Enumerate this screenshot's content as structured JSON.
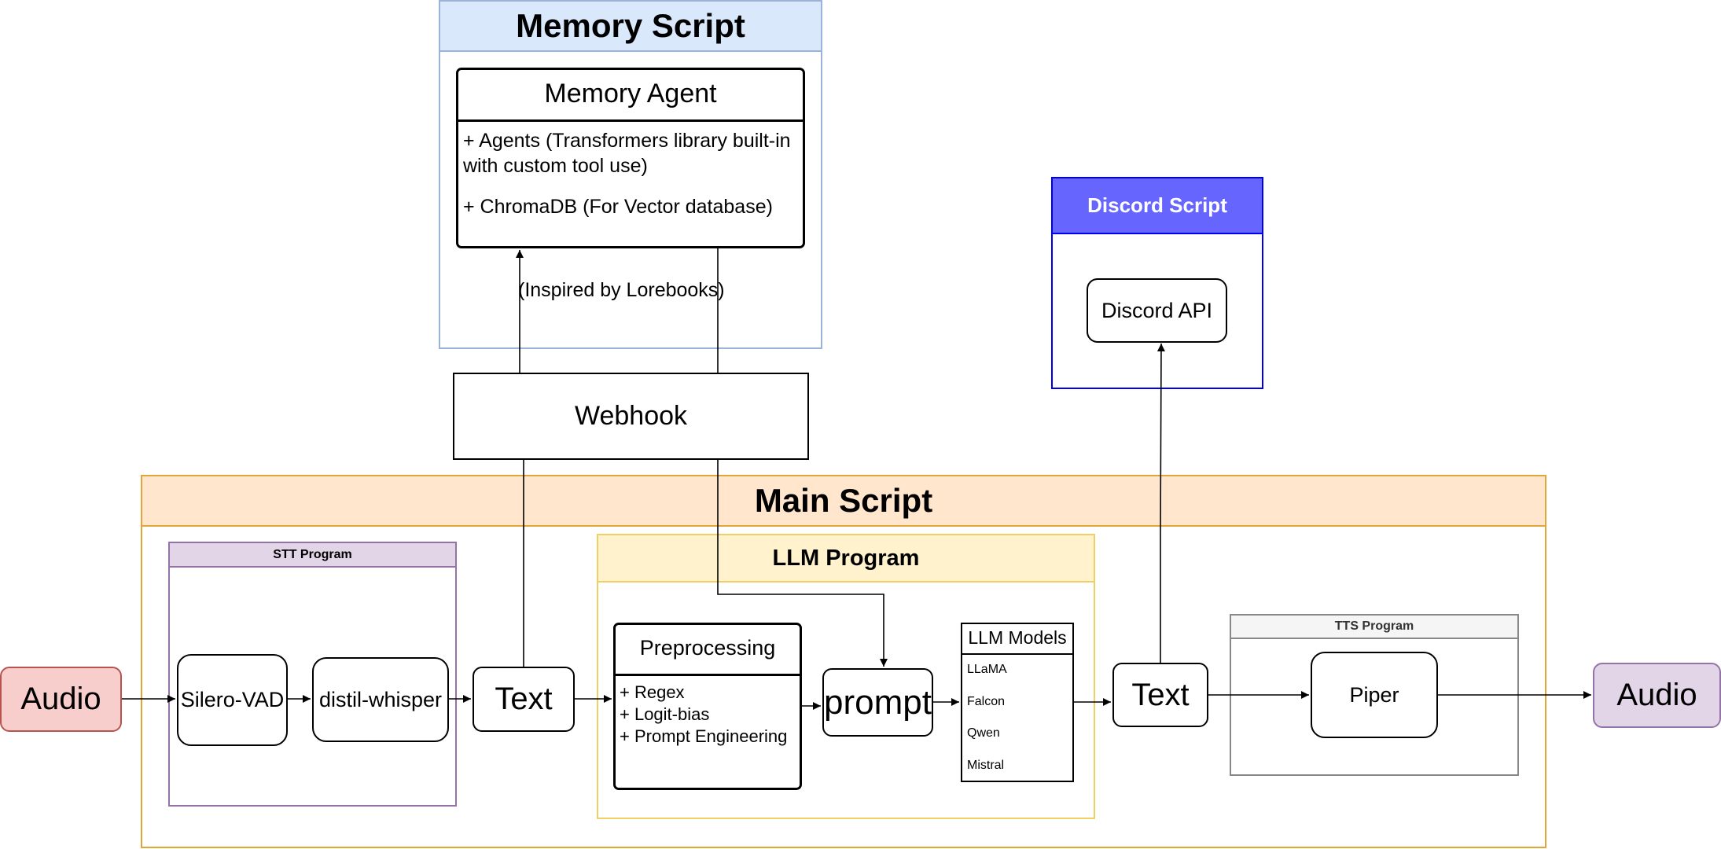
{
  "memory_script": {
    "title": "Memory Script",
    "agent": {
      "title": "Memory Agent",
      "item1": "+ Agents (Transformers library built-in with custom tool use)",
      "item2": "+ ChromaDB (For Vector database)"
    },
    "note": "(Inspired by Lorebooks)"
  },
  "discord_script": {
    "title": "Discord Script",
    "api": "Discord API"
  },
  "webhook": "Webhook",
  "main_script": {
    "title": "Main Script",
    "stt_program": {
      "title": "STT Program",
      "vad": "Silero-VAD",
      "whisper": "distil-whisper"
    },
    "llm_program": {
      "title": "LLM Program",
      "preprocessing": {
        "title": "Preprocessing",
        "items": [
          "+ Regex",
          "+ Logit-bias",
          "+ Prompt Engineering"
        ]
      },
      "prompt": "prompt",
      "models": {
        "title": "LLM Models",
        "items": [
          "LLaMA",
          "Falcon",
          "Qwen",
          "Mistral"
        ]
      }
    },
    "tts_program": {
      "title": "TTS Program",
      "piper": "Piper"
    },
    "text_in": "Text",
    "text_out": "Text"
  },
  "audio_in": "Audio",
  "audio_out": "Audio",
  "colors": {
    "memory_header": "#dae8fc",
    "memory_border": "#6c8ebf",
    "discord_header": "#6666ff",
    "discord_border": "#0000ee",
    "main_header": "#ffe6cc",
    "main_border": "#d6b656",
    "main_border_orange": "#e0a63a",
    "stt_header": "#e1d5e7",
    "stt_border": "#9673a6",
    "llm_header": "#fff2cc",
    "llm_border": "#e6c35c",
    "tts_header": "#f5f5f5",
    "tts_border": "#666666",
    "audio_in_fill": "#f8cecc",
    "audio_in_border": "#b85450",
    "audio_out_fill": "#e1d5e7",
    "audio_out_border": "#9673a6"
  }
}
